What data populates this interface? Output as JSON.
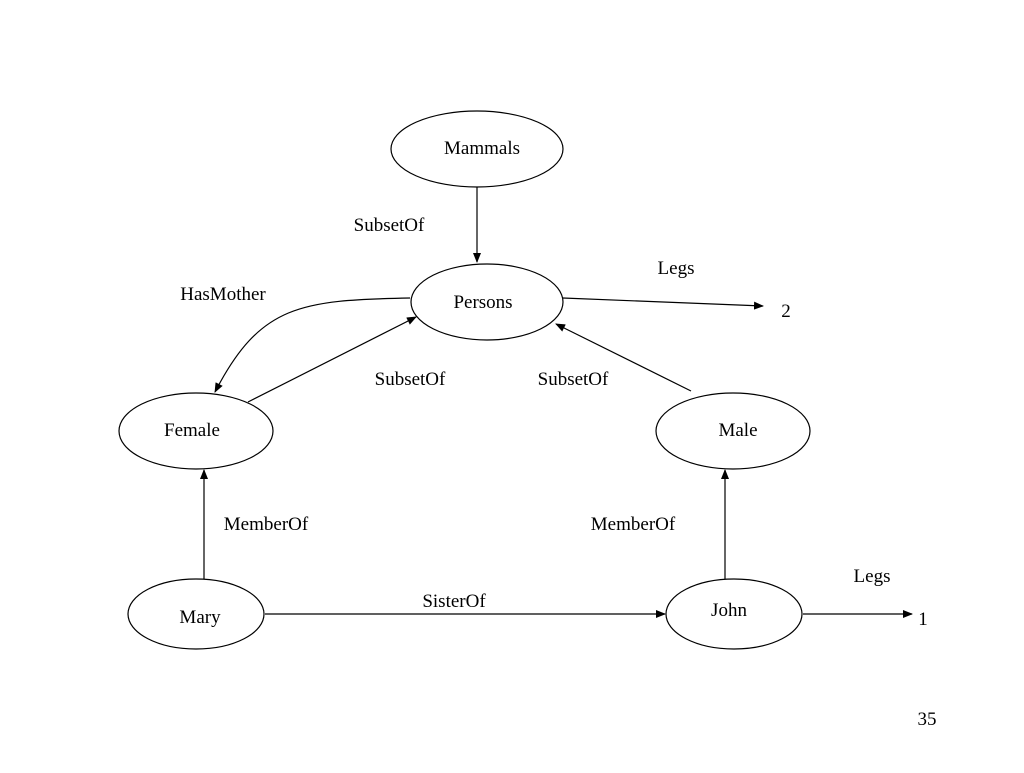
{
  "nodes": {
    "mammals": "Mammals",
    "persons": "Persons",
    "female": "Female",
    "male": "Male",
    "mary": "Mary",
    "john": "John"
  },
  "values": {
    "persons_legs": "2",
    "john_legs": "1"
  },
  "edges": {
    "mammals_persons": "SubsetOf",
    "persons_female_hasmother": "HasMother",
    "female_persons": "SubsetOf",
    "male_persons": "SubsetOf",
    "persons_legs": "Legs",
    "mary_female": "MemberOf",
    "john_male": "MemberOf",
    "mary_john": "SisterOf",
    "john_legs": "Legs"
  },
  "page_number": "35",
  "colors": {
    "stroke": "#000000",
    "background": "#ffffff"
  }
}
